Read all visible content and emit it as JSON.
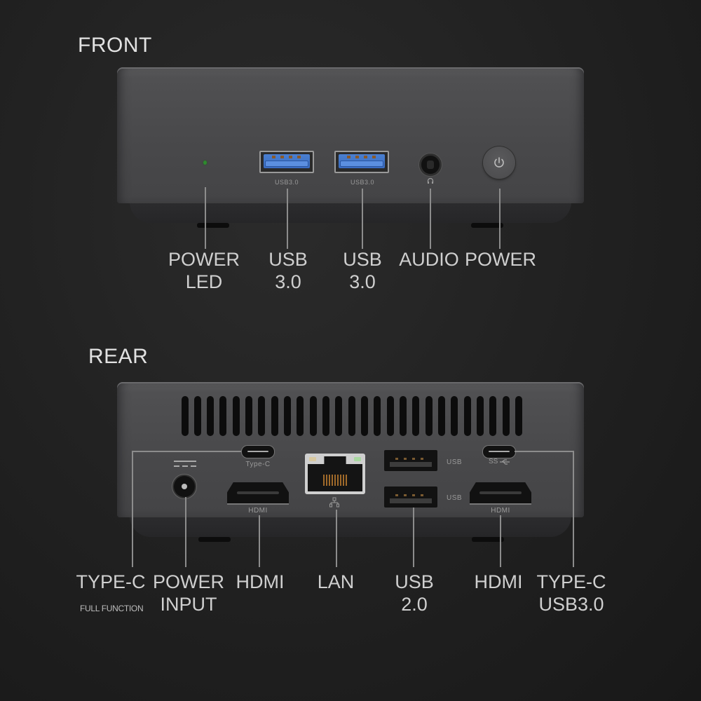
{
  "front": {
    "title": "FRONT",
    "port_marks": {
      "usb_a": "USB3.0",
      "usb_b": "USB3.0",
      "audio": "headphone-icon",
      "power": "power-icon"
    },
    "labels": [
      {
        "line1": "POWER",
        "line2": "LED"
      },
      {
        "line1": "USB",
        "line2": "3.0"
      },
      {
        "line1": "USB",
        "line2": "3.0"
      },
      {
        "line1": "AUDIO",
        "line2": ""
      },
      {
        "line1": "POWER",
        "line2": ""
      }
    ]
  },
  "rear": {
    "title": "REAR",
    "port_marks": {
      "typec_left": "Type-C",
      "hdmi_left": "HDMI",
      "lan": "network-icon",
      "usb_top": "USB",
      "usb_bottom": "USB",
      "typec_right": "SS",
      "hdmi_right": "HDMI"
    },
    "labels": [
      {
        "line1": "TYPE-C",
        "line2": "",
        "sub": "FULL FUNCTION"
      },
      {
        "line1": "POWER",
        "line2": "INPUT"
      },
      {
        "line1": "HDMI",
        "line2": ""
      },
      {
        "line1": "LAN",
        "line2": ""
      },
      {
        "line1": "USB",
        "line2": "2.0"
      },
      {
        "line1": "HDMI",
        "line2": ""
      },
      {
        "line1": "TYPE-C",
        "line2": "USB3.0"
      }
    ]
  },
  "colors": {
    "background": "#1e1e1e",
    "device": "#4a4a4c",
    "usb3_blue": "#3a6cc0",
    "led_green": "#2e8a2e",
    "callout_line": "#8c8c8c"
  }
}
